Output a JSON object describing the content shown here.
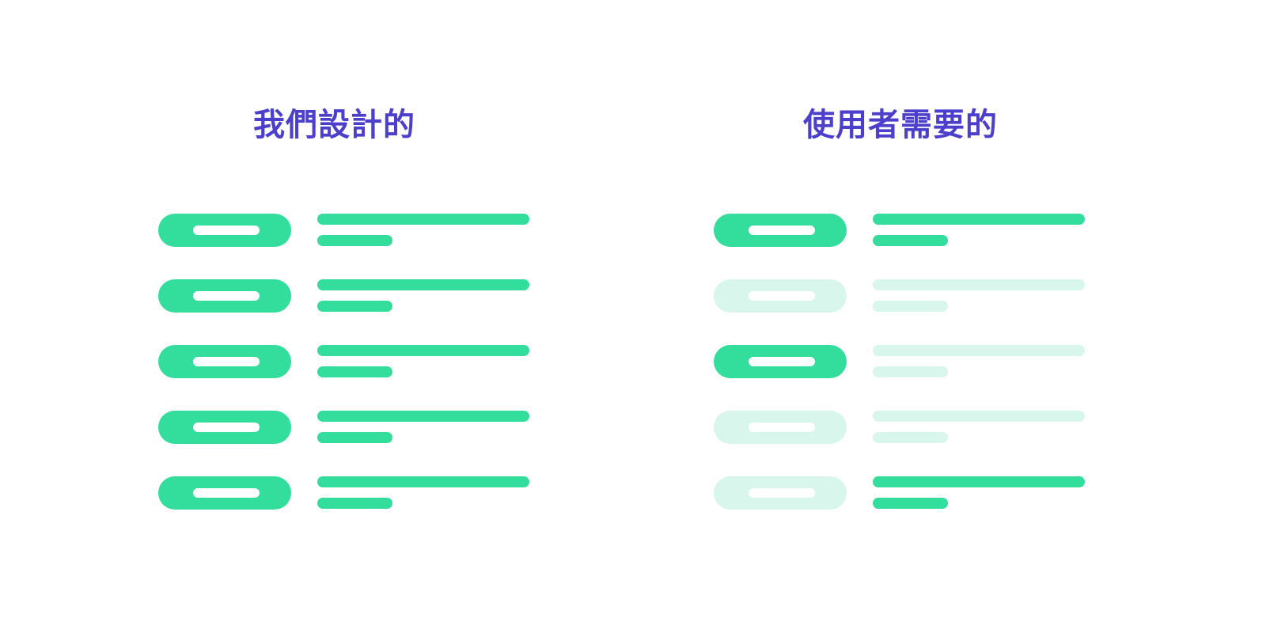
{
  "page": {
    "background_color": "#ffffff",
    "title_color": "#4c3fcb",
    "accent_color": "#33dd9b",
    "muted_accent_color": "#d8f6eb",
    "inner_bar_color": "#ffffff"
  },
  "columns": [
    {
      "id": "designed",
      "title": "我們設計的",
      "rows": [
        {
          "pill_state": "solid",
          "lines_state": "solid"
        },
        {
          "pill_state": "solid",
          "lines_state": "solid"
        },
        {
          "pill_state": "solid",
          "lines_state": "solid"
        },
        {
          "pill_state": "solid",
          "lines_state": "solid"
        },
        {
          "pill_state": "solid",
          "lines_state": "solid"
        }
      ]
    },
    {
      "id": "needed",
      "title": "使用者需要的",
      "rows": [
        {
          "pill_state": "solid",
          "lines_state": "solid"
        },
        {
          "pill_state": "muted",
          "lines_state": "muted"
        },
        {
          "pill_state": "solid",
          "lines_state": "muted"
        },
        {
          "pill_state": "muted",
          "lines_state": "muted"
        },
        {
          "pill_state": "muted",
          "lines_state": "solid"
        }
      ]
    }
  ]
}
